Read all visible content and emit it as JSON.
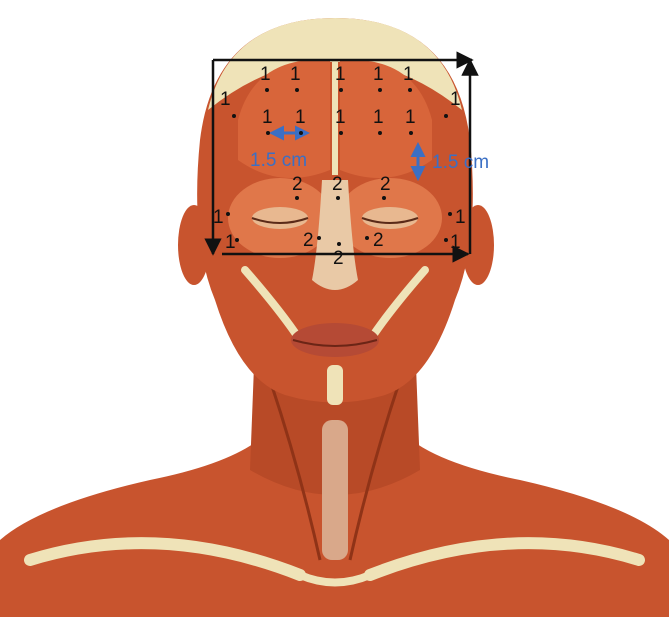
{
  "figure": {
    "colors": {
      "background": "#ffffff",
      "muscle": "#c8542e",
      "muscle_dark": "#8f3317",
      "muscle_light": "#e58a5c",
      "skin_tendon": "#efe3b8",
      "frame": "#111111",
      "measure": "#3b6fc4"
    },
    "spacing_horizontal_label": "1.5 cm",
    "spacing_vertical_label": "1.5 cm",
    "points": [
      {
        "label": "1"
      },
      {
        "label": "1"
      },
      {
        "label": "1"
      },
      {
        "label": "1"
      },
      {
        "label": "1"
      },
      {
        "label": "1"
      },
      {
        "label": "1"
      },
      {
        "label": "1"
      },
      {
        "label": "1"
      },
      {
        "label": "1"
      },
      {
        "label": "1"
      },
      {
        "label": "1"
      },
      {
        "label": "2"
      },
      {
        "label": "2"
      },
      {
        "label": "2"
      },
      {
        "label": "1"
      },
      {
        "label": "1"
      },
      {
        "label": "1"
      },
      {
        "label": "1"
      },
      {
        "label": "2"
      },
      {
        "label": "2"
      },
      {
        "label": "2"
      }
    ]
  }
}
